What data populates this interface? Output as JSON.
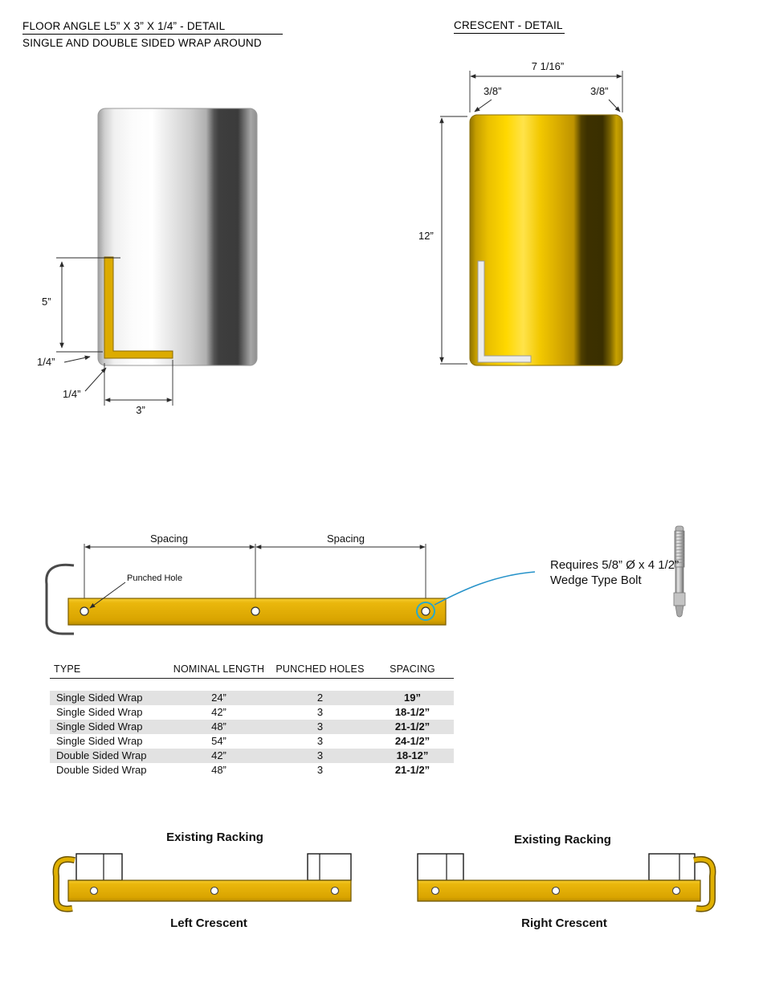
{
  "header": {
    "left_title_line1": "FLOOR ANGLE L5” X 3” X 1/4” - DETAIL",
    "left_title_line2": "SINGLE AND DOUBLE SIDED WRAP AROUND",
    "right_title": "CRESCENT - DETAIL"
  },
  "floor_angle": {
    "dim_height": "5”",
    "dim_thickness_horiz": "1/4”",
    "dim_thickness_vert": "1/4”",
    "dim_width": "3”"
  },
  "crescent": {
    "dim_width": "7 1/16”",
    "dim_left_wall": "3/8”",
    "dim_right_wall": "3/8”",
    "dim_height": "12”"
  },
  "bar": {
    "spacing_left": "Spacing",
    "spacing_right": "Spacing",
    "punched_hole": "Punched Hole",
    "note_line1": "Requires 5/8” Ø x 4 1/2”",
    "note_line2": "Wedge Type Bolt"
  },
  "table": {
    "headers": [
      "TYPE",
      "NOMINAL LENGTH",
      "PUNCHED HOLES",
      "SPACING"
    ],
    "rows": [
      [
        "Single Sided Wrap",
        "24”",
        "2",
        "19”"
      ],
      [
        "Single Sided Wrap",
        "42”",
        "3",
        "18-1/2”"
      ],
      [
        "Single Sided Wrap",
        "48”",
        "3",
        "21-1/2”"
      ],
      [
        "Single Sided Wrap",
        "54”",
        "3",
        "24-1/2”"
      ],
      [
        "Double Sided Wrap",
        "42”",
        "3",
        "18-12”"
      ],
      [
        "Double Sided Wrap",
        "48”",
        "3",
        "21-1/2”"
      ]
    ]
  },
  "footer": {
    "left_top": "Existing Racking",
    "left_bottom": "Left Crescent",
    "right_top": "Existing Racking",
    "right_bottom": "Right Crescent"
  },
  "colors": {
    "angle_yellow": "#e2b007",
    "callout_cyan": "#2aa9c9"
  }
}
